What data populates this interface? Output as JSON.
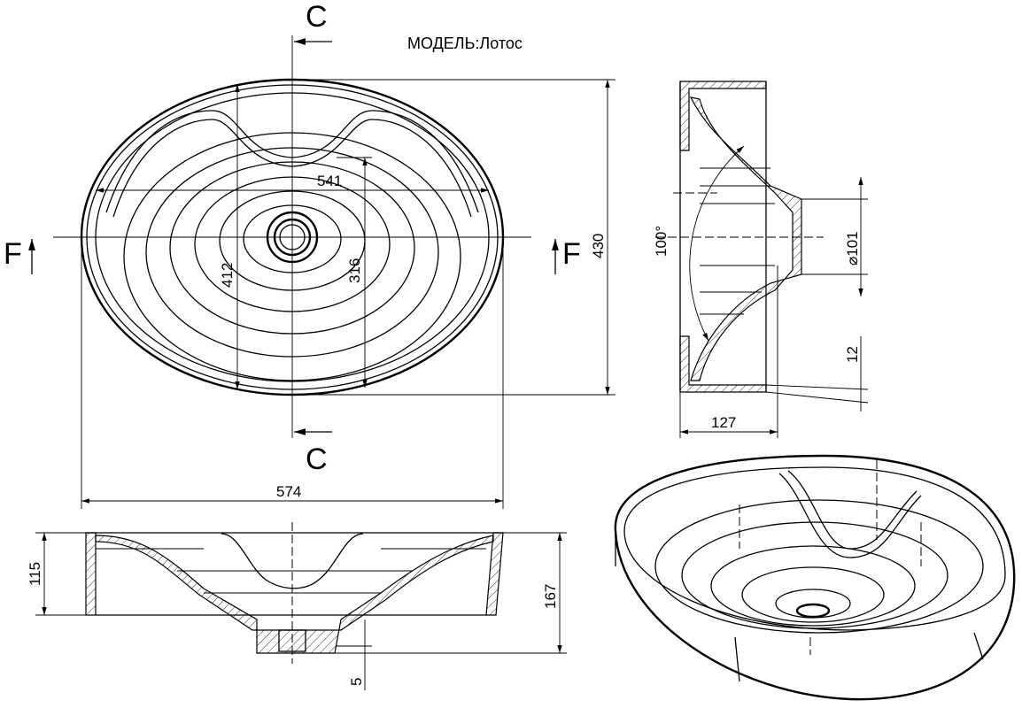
{
  "title": "МОДЕЛЬ:Лотос",
  "sections": {
    "c_top": "C",
    "c_bottom": "C",
    "f_left": "F",
    "f_right": "F"
  },
  "dimensions": {
    "inner_width": "541",
    "inner_height_left": "412",
    "inner_height_right": "316",
    "overall_height": "430",
    "overall_width": "574",
    "angle": "100°",
    "drain_diameter": "⌀101",
    "wall": "12",
    "side_depth": "127",
    "bowl_depth": "115",
    "total_height": "167",
    "drain_offset": "5"
  }
}
